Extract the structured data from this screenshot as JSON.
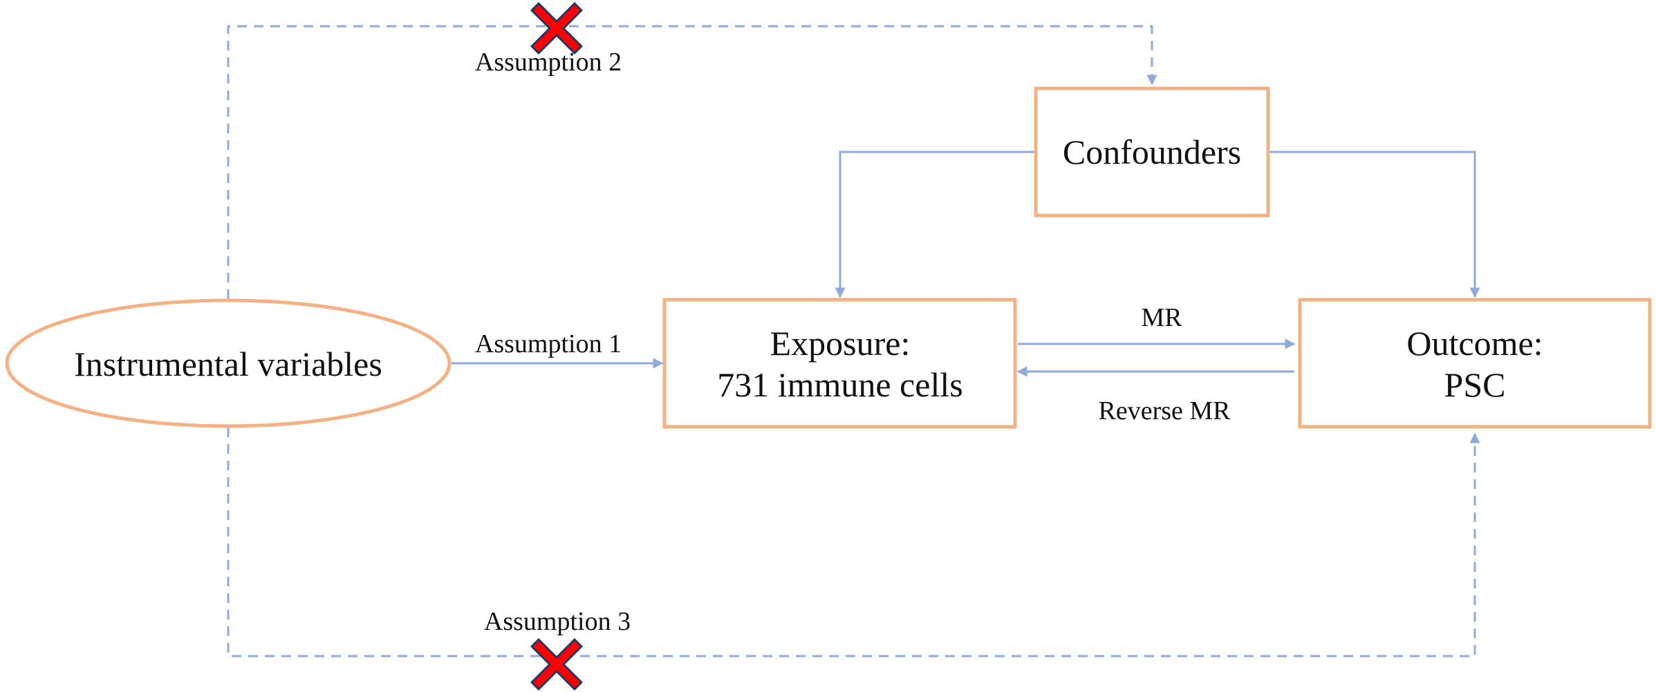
{
  "nodes": {
    "instrumental": {
      "label": "Instrumental variables"
    },
    "confounders": {
      "label": "Confounders"
    },
    "exposure": {
      "line1": "Exposure:",
      "line2": "731 immune cells"
    },
    "outcome": {
      "line1": "Outcome:",
      "line2": "PSC"
    }
  },
  "edges": {
    "assumption1": {
      "label": "Assumption 1"
    },
    "assumption2": {
      "label": "Assumption 2",
      "violated": true
    },
    "assumption3": {
      "label": "Assumption 3",
      "violated": true
    },
    "mr": {
      "label": "MR"
    },
    "reverse_mr": {
      "label": "Reverse MR"
    }
  },
  "colors": {
    "node_border": "#F4B183",
    "arrow": "#8FAADC",
    "cross_fill": "#FF0000",
    "cross_outline": "#1F3864"
  }
}
